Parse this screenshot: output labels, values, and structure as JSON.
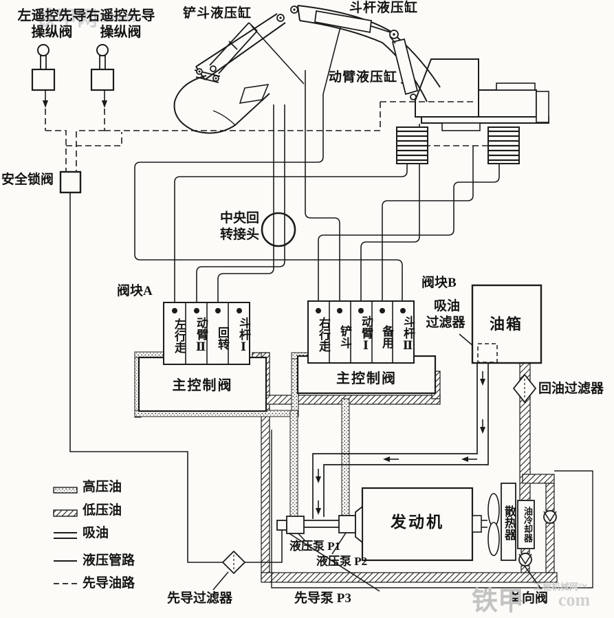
{
  "pilot_controls": {
    "left_label_line1": "左遥控先导",
    "left_label_line2": "操纵阀",
    "right_label_line1": "右遥控先导",
    "right_label_line2": "操纵阀"
  },
  "components": {
    "safety_lock_valve": "安全锁阀",
    "bucket_cylinder": "铲斗液压缸",
    "arm_cylinder": "斗杆液压缸",
    "boom_cylinder": "动臂液压缸",
    "swivel_joint_line1": "中央回",
    "swivel_joint_line2": "转接头",
    "valve_block_a": "阀块A",
    "valve_block_b": "阀块B",
    "main_control_valve_a": "主控制阀",
    "main_control_valve_b": "主控制阀",
    "suction_filter_line1": "吸油",
    "suction_filter_line2": "过滤器",
    "oil_tank": "油箱",
    "return_filter": "回油过滤器",
    "engine": "发动机",
    "radiator": "散热器",
    "oil_cooler": "油冷却器",
    "hydraulic_pump_p1": "液压泵 P1",
    "hydraulic_pump_p2": "液压泵 P2",
    "pilot_pump_p3": "先导泵 P3",
    "pilot_filter": "先导过滤器",
    "check_valve": "单向阀"
  },
  "valve_block_a": {
    "sections": [
      "左行走",
      "动臂Ⅱ",
      "回转",
      "斗杆Ⅰ"
    ]
  },
  "valve_block_b": {
    "sections": [
      "右行走",
      "铲斗",
      "动臂Ⅰ",
      "备用",
      "斗杆Ⅱ"
    ]
  },
  "legend": {
    "items": [
      {
        "symbol": "high-pressure-oil",
        "label": "高压油"
      },
      {
        "symbol": "low-pressure-oil",
        "label": "低压油"
      },
      {
        "symbol": "suction-oil",
        "label": "吸油"
      },
      {
        "symbol": "hydraulic-line",
        "label": "液压管路"
      },
      {
        "symbol": "pilot-line",
        "label": "先导油路"
      }
    ]
  },
  "watermark": {
    "top_brand": "铁甲网",
    "top_site": "工程机械网",
    "brand": "铁甲",
    "site": "工程机械网™",
    "domain": "com"
  },
  "colors": {
    "line": "#1b1b1b",
    "background": "#fcfbf7",
    "watermark_gray": "#c3c3c3"
  }
}
